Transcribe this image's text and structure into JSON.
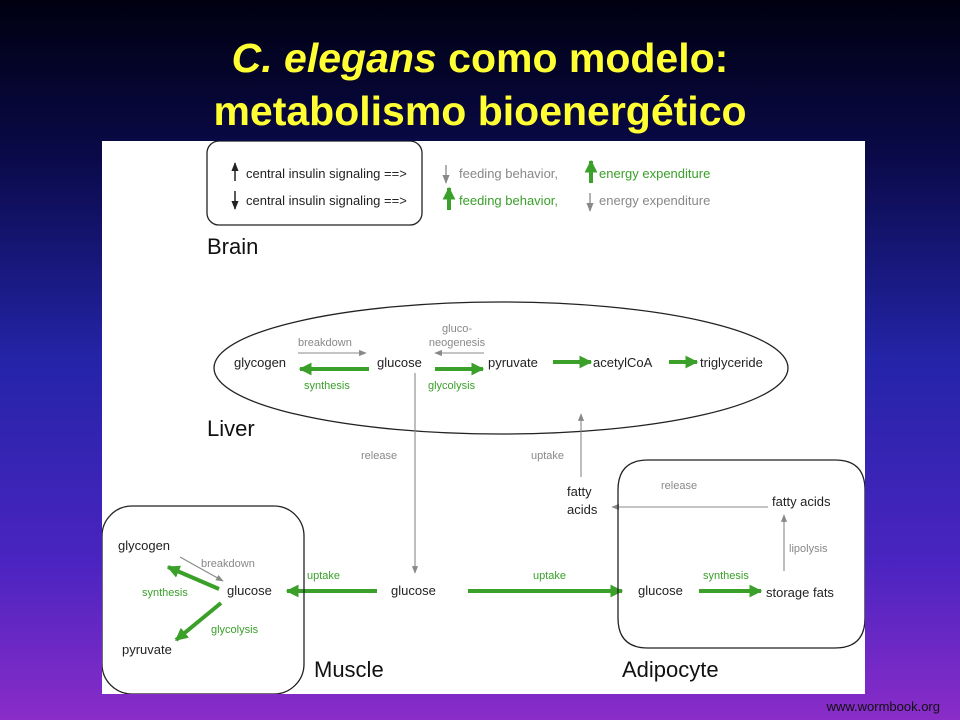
{
  "title": {
    "italic": "C. elegans",
    "line1_rest": " como modelo:",
    "line2": "metabolismo bioenergético"
  },
  "colors": {
    "background_top": "#000010",
    "background_bottom": "#8a2cc8",
    "title": "#ffff33",
    "green_arrow": "#3aa02a",
    "gray_arrow": "#888888"
  },
  "diagram": {
    "brain": {
      "label": "Brain",
      "row1": {
        "signal": "central insulin signaling ==>",
        "feeding": "feeding behavior,",
        "energy": "energy expenditure"
      },
      "row2": {
        "signal": "central insulin signaling ==>",
        "feeding": "feeding behavior,",
        "energy": "energy expenditure"
      }
    },
    "liver": {
      "label": "Liver",
      "glycogen": "glycogen",
      "glucose": "glucose",
      "pyruvate": "pyruvate",
      "acetylcoa": "acetylCoA",
      "triglyceride": "triglyceride",
      "breakdown": "breakdown",
      "synthesis": "synthesis",
      "gluconeogenesis_1": "gluco-",
      "gluconeogenesis_2": "neogenesis",
      "glycolysis": "glycolysis"
    },
    "middle": {
      "release": "release",
      "uptake": "uptake",
      "fatty_acids_1": "fatty",
      "fatty_acids_2": "acids",
      "glucose": "glucose",
      "uptake_muscle": "uptake",
      "uptake_adipocyte": "uptake"
    },
    "muscle": {
      "label": "Muscle",
      "glycogen": "glycogen",
      "breakdown": "breakdown",
      "synthesis": "synthesis",
      "glucose": "glucose",
      "glycolysis": "glycolysis",
      "pyruvate": "pyruvate"
    },
    "adipocyte": {
      "label": "Adipocyte",
      "release": "release",
      "fatty_acids": "fatty acids",
      "lipolysis": "lipolysis",
      "synthesis": "synthesis",
      "glucose": "glucose",
      "storage_fats": "storage fats"
    }
  },
  "footer": "www.wormbook.org"
}
